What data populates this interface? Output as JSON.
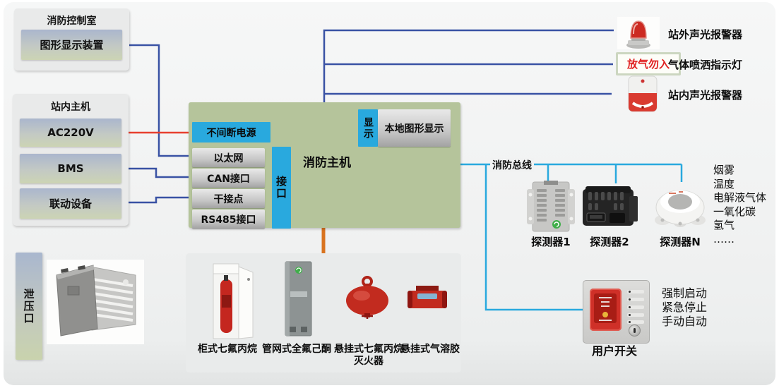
{
  "colors": {
    "accent_cyan": "#29a9de",
    "host_green": "#b5c49b",
    "line_blue": "#3952a4",
    "line_red": "#e8402f",
    "line_orange": "#d9731f",
    "sign_red": "#e02020"
  },
  "fire_control_room": {
    "title": "消防控制室",
    "device": "图形显示装置"
  },
  "station_host": {
    "title": "站内主机",
    "items": [
      "AC220V",
      "BMS",
      "联动设备"
    ]
  },
  "main_host": {
    "title": "消防主机",
    "ups": "不间断电源",
    "interface_group": "接口",
    "ports": [
      "以太网",
      "CAN接口",
      "干接点",
      "RS485接口"
    ],
    "display_tab": "显示",
    "local_display": "本地图形显示"
  },
  "alarm_devices": {
    "outdoor_label": "站外声光报警器",
    "sign_text": "放气勿入",
    "indicator_label": "气体喷洒指示灯",
    "indoor_label": "站内声光报警器"
  },
  "fire_bus": {
    "label": "消防总线"
  },
  "detectors": {
    "labels": [
      "探测器1",
      "探测器2",
      "探测器N"
    ],
    "gases": [
      "烟雾",
      "温度",
      "电解液气体",
      "一氧化碳",
      "氢气",
      "……"
    ]
  },
  "user_switch": {
    "label": "用户开关",
    "functions": [
      "强制启动",
      "紧急停止",
      "手动自动"
    ]
  },
  "pressure_relief": {
    "label": "泄压口"
  },
  "suppression_devices": {
    "labels": [
      "柜式七氟丙烷",
      "管网式全氟己酮",
      "悬挂式七氟丙烷\n灭火器",
      "悬挂式气溶胶"
    ]
  }
}
